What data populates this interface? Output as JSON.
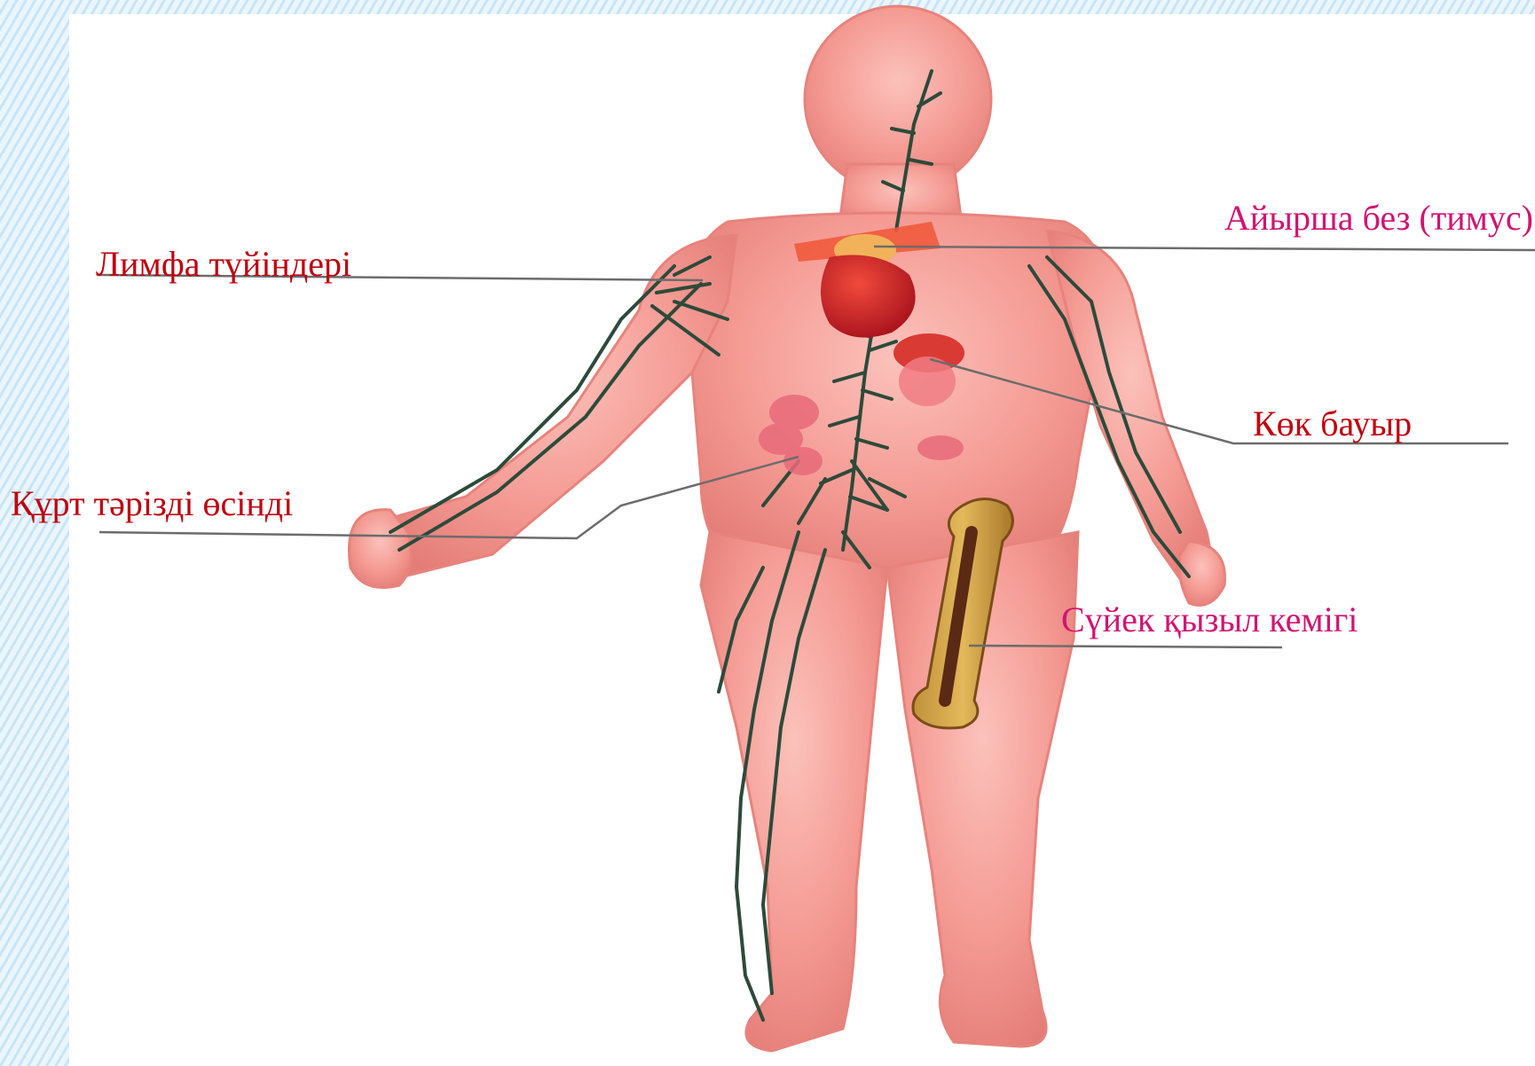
{
  "colors": {
    "body": "#f49a93",
    "body_edge": "#e7837c",
    "vessels": "#2d4a3a",
    "organ": "#c9282a",
    "bone": "#5a2a14",
    "label_red": "#c0000f",
    "label_pink": "#d01572",
    "leader": "#6c6c6c"
  },
  "labels": {
    "lymph_nodes": "Лимфа түйіндері",
    "thymus": "Айырша без (тимус)",
    "spleen": "Көк бауыр",
    "appendix": "Құрт тәрізді өсінді",
    "bone_marrow": "Сүйек қызыл кемігі"
  },
  "icons": {
    "body": "human-body-silhouette",
    "heart": "heart-icon",
    "thymus": "thymus-gland-icon",
    "spleen": "spleen-icon",
    "intestine": "intestine-icon",
    "bone": "femur-bone-icon"
  }
}
